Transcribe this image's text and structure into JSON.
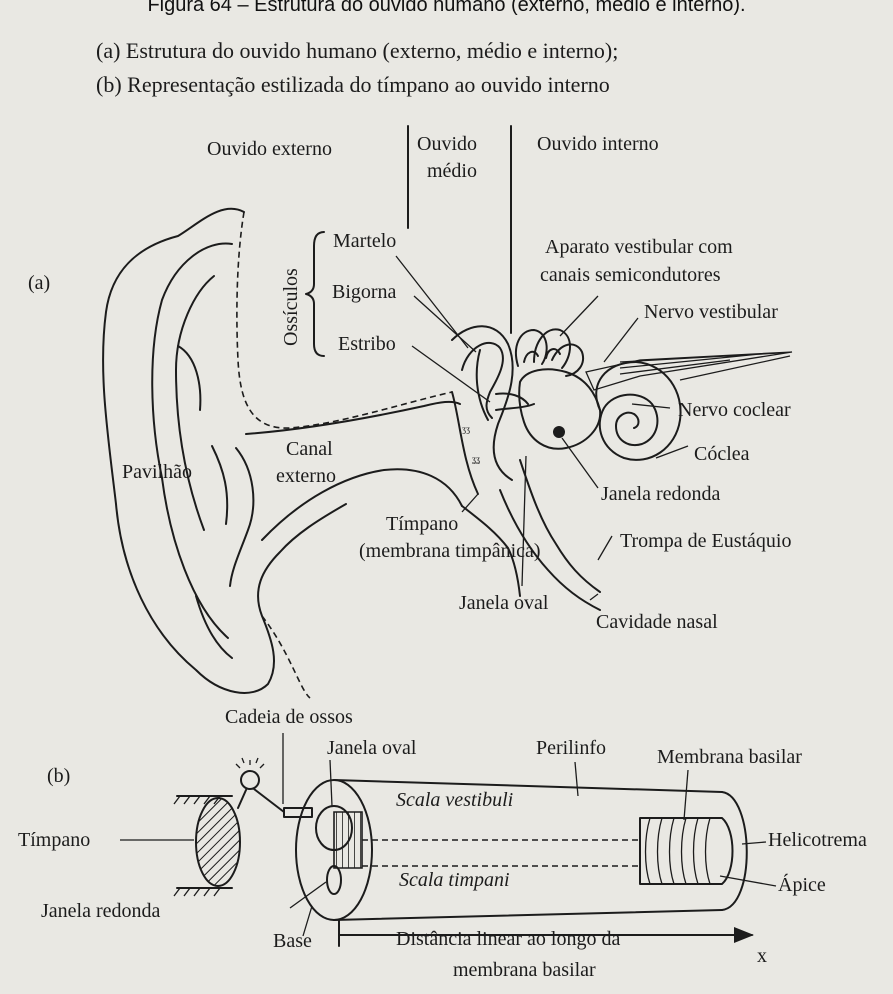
{
  "figure": {
    "header": "Figura 64 – Estrutura do ouvido humano (externo, médio e interno).",
    "caption_line_a": "(a) Estrutura do ouvido humano (externo, médio e interno);",
    "caption_line_b": "(b) Representação estilizada do tímpano ao ouvido interno"
  },
  "panel_a": {
    "tag": "(a)",
    "sections": {
      "outer": "Ouvido externo",
      "middle_1": "Ouvido",
      "middle_2": "médio",
      "inner": "Ouvido interno"
    },
    "ossicles_group": "Ossículos",
    "labels": {
      "martelo": "Martelo",
      "bigorna": "Bigorna",
      "estribo": "Estribo",
      "vestibular_1": "Aparato vestibular com",
      "vestibular_2": "canais semicondutores",
      "nervo_vestibular": "Nervo vestibular",
      "nervo_coclear": "Nervo coclear",
      "coclea": "Cóclea",
      "janela_redonda": "Janela redonda",
      "trompa": "Trompa de Eustáquio",
      "cavidade": "Cavidade nasal",
      "janela_oval": "Janela oval",
      "timpano_1": "Tímpano",
      "timpano_2": "(membrana timpânica)",
      "canal_1": "Canal",
      "canal_2": "externo",
      "pavilhao": "Pavilhão"
    }
  },
  "panel_b": {
    "tag": "(b)",
    "labels": {
      "cadeia": "Cadeia de ossos",
      "janela_oval": "Janela oval",
      "perilinfo": "Perilinfo",
      "membrana_basilar": "Membrana basilar",
      "scala_vestibuli": "Scala vestibuli",
      "scala_timpani": "Scala timpani",
      "timpano": "Tímpano",
      "helicotrema": "Helicotrema",
      "apice": "Ápice",
      "janela_redonda": "Janela redonda",
      "base": "Base",
      "distancia_1": "Distância linear ao longo da",
      "distancia_2": "membrana basilar",
      "axis_x": "x"
    }
  }
}
